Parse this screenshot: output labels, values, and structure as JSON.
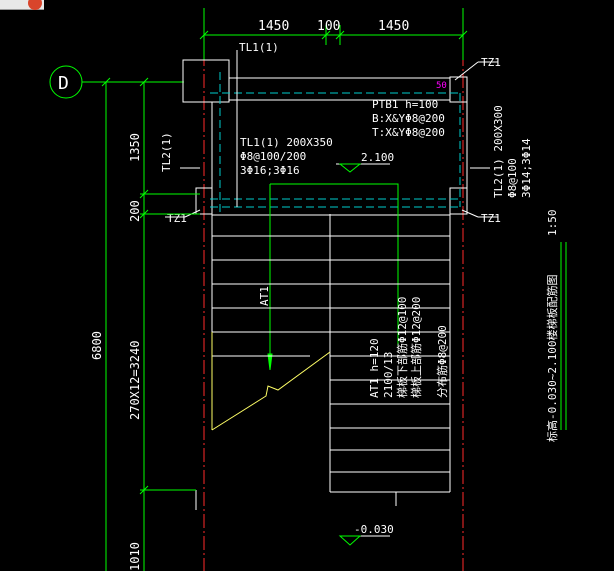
{
  "dims_top": [
    "1450",
    "100",
    "1450"
  ],
  "grid_label": "D",
  "column_tag_tr": "TZ1",
  "column_tag_bl": "TZ1",
  "column_tag_br": "TZ1",
  "beam_top_left": "TL1(1)",
  "beam_mid_left": [
    "TL1(1) 200X350",
    "Φ8@100/200",
    "3Φ16;3Φ16"
  ],
  "beam_left_vertical": "TL2(1)",
  "beam_right_vertical": [
    "TL2(1) 200X300",
    "Φ8@100",
    "3Φ14;3Φ14"
  ],
  "slab": [
    "PTB1 h=100",
    "B:X&YΦ8@200",
    "T:X&YΦ8@200"
  ],
  "magenta_mark": "50",
  "level_landing": "2.100",
  "level_floor": "-0.030",
  "dims_left_inner": [
    "1350",
    "200",
    "270X12=3240",
    "1010"
  ],
  "dim_left_outer": "6800",
  "stair_label": "AT1",
  "stair_spec": [
    "AT1 h=120",
    "2100/13",
    "梯板下部筋Φ12@100",
    "梯板上部筋Φ12@200",
    "分布筋Φ8@200"
  ],
  "drawing_title": "标高-0.030~2.100楼梯板配筋图",
  "scale": "1:50",
  "colors": {
    "line": "#ffffff",
    "text": "#ffffff",
    "dim": "#00ff00",
    "axis": "#ff2a2a",
    "hidden": "#00cccc",
    "stair": "#ffff66",
    "mark": "#ff00ff"
  }
}
